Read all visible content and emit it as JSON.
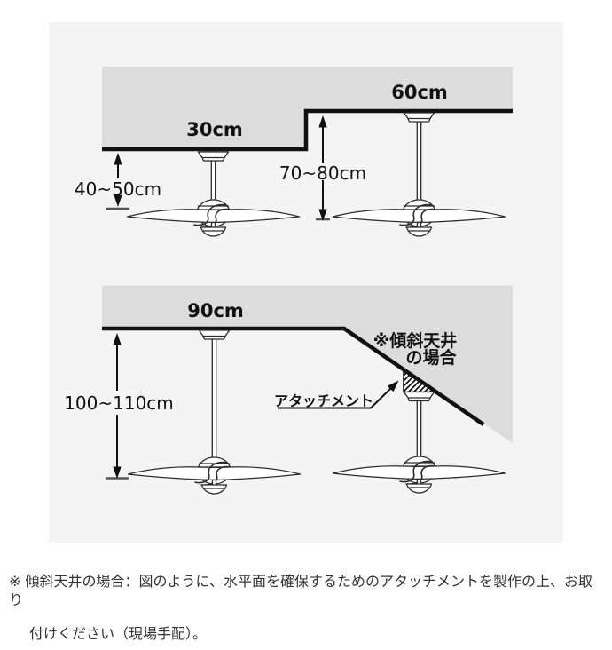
{
  "colors": {
    "panel_background": "#f4f4f4",
    "ceiling_fill": "#dcdcdc",
    "line": "#111111",
    "footnote_text": "#333333"
  },
  "top_diagram": {
    "side_clearance_left": "30cm",
    "side_clearance_right": "60cm",
    "drop_height_left": "40~50cm",
    "drop_height_right": "70~80cm"
  },
  "bottom_diagram": {
    "side_clearance": "90cm",
    "drop_height": "100~110cm",
    "sloped_ceiling_caption_line1": "※傾斜天井",
    "sloped_ceiling_caption_line2": "の場合",
    "attachment_label": "アタッチメント"
  },
  "footnote": {
    "line1": "※ 傾斜天井の場合：図のように、水平面を確保するためのアタッチメントを製作の上、お取り",
    "line2": "付けください（現場手配）。"
  }
}
